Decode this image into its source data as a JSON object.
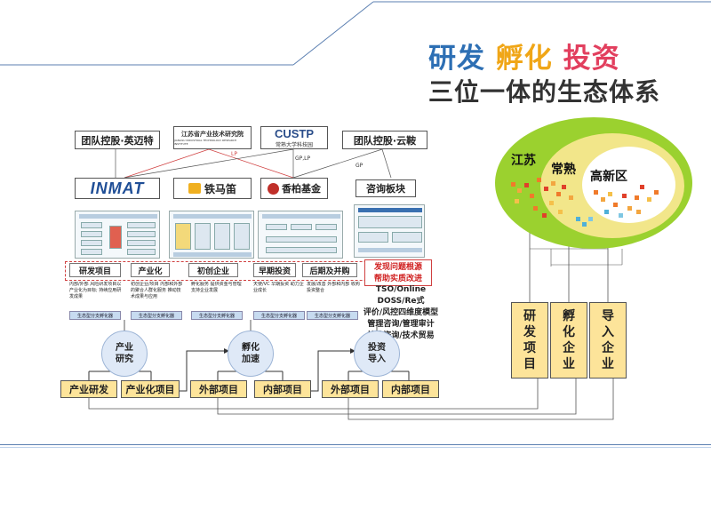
{
  "title": {
    "part1": "研发",
    "part2": "孵化",
    "part3": "投资",
    "subtitle": "三位一体的生态体系"
  },
  "colors": {
    "blue": "#2d6fb4",
    "yellow": "#f0a617",
    "red": "#e23f5e",
    "green": "#9bd12f",
    "pale_yellow": "#fde49a"
  },
  "top_row": {
    "left_team": "团队控股·英迈特",
    "institute_name": "江苏省产业技术研究院",
    "institute_sub": "JIANGSU INDUSTRIAL TECHNOLOGY RESEARCH INSTITUTE",
    "custp_name": "CUSTP",
    "custp_sub": "常熟大学科技园",
    "right_team": "团队控股·云鞍"
  },
  "link_labels": {
    "lp": "LP",
    "gp_lp": "GP,LP",
    "gp": "GP"
  },
  "second_row": {
    "inmat": "INMAT",
    "tiemengdao": "铁马笛",
    "xiangbai": "香柏基金",
    "consult": "咨询板块"
  },
  "stages": {
    "items": [
      "研发项目",
      "产业化",
      "初创企业",
      "早期投资",
      "后期及并购"
    ]
  },
  "red_note": {
    "line1": "发现问题根源",
    "line2": "帮助实质改进"
  },
  "consult_desc": {
    "line1": "TSO/Online DOSS/Re式",
    "line2": "评价/风控四维度模型",
    "line3": "管理咨询/管理审计",
    "line4": "技术咨询/技术贸易"
  },
  "descriptions": {
    "d1": "内部/外部 风险研发项目以产业化为目标; 持续应用研发成果",
    "d2": "初创企业/项目 内部和外部的聚合人群化服务 推动技术成果与应用",
    "d3": "孵化服务 提供资金与管理 支持企业发展",
    "d4": "天使/VC 早期投资 助力企业成长",
    "d5": "发展/改善 外部和内部 收购投资整合"
  },
  "blue_bars": {
    "b1": "生态型分支孵化器",
    "b2": "生态型分支孵化器",
    "b3": "生态型分支孵化器",
    "b4": "生态型分支孵化器",
    "b5": "生态型分支孵化器"
  },
  "circles": {
    "c1_line1": "产业",
    "c1_line2": "研究",
    "c2_line1": "孵化",
    "c2_line2": "加速",
    "c3_line1": "投资",
    "c3_line2": "导入"
  },
  "bottom_boxes": {
    "b1": "产业研发",
    "b2": "产业化项目",
    "b3": "外部项目",
    "b4": "内部项目",
    "b5": "外部项目",
    "b6": "内部项目"
  },
  "vertical_boxes": {
    "v1_line1": "研",
    "v1_line2": "发",
    "v1_line3": "项",
    "v1_line4": "目",
    "v2_line1": "孵",
    "v2_line2": "化",
    "v2_line3": "企",
    "v2_line4": "业",
    "v3_line1": "导",
    "v3_line2": "入",
    "v3_line3": "企",
    "v3_line4": "业"
  },
  "ecosystem": {
    "outer": "江苏",
    "middle": "常熟",
    "inner": "高新区"
  }
}
